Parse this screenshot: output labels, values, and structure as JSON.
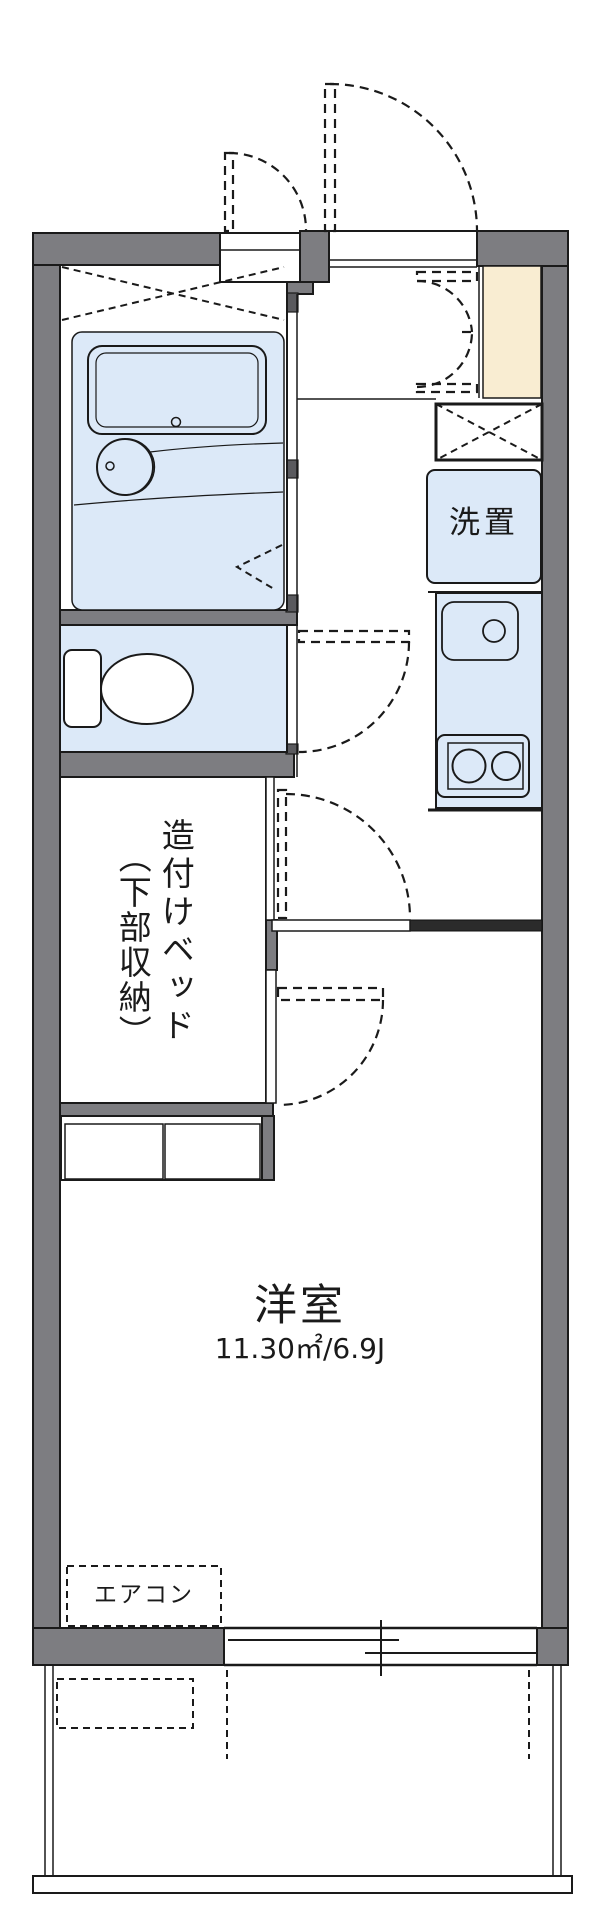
{
  "title": "1K apartment floor plan",
  "colors": {
    "wall": "#7d7d81",
    "line": "#1a1a1a",
    "blue": "#dce9f8",
    "beige": "#f9edd2",
    "bg": "#ffffff"
  },
  "labels": {
    "laundry": "洗置",
    "built_in_bed_line1": "造付けベッド",
    "built_in_bed_line2": "（下部収納）",
    "main_room_name": "洋室",
    "main_room_size": "11.30㎡/6.9J",
    "aircon": "エアコン"
  }
}
